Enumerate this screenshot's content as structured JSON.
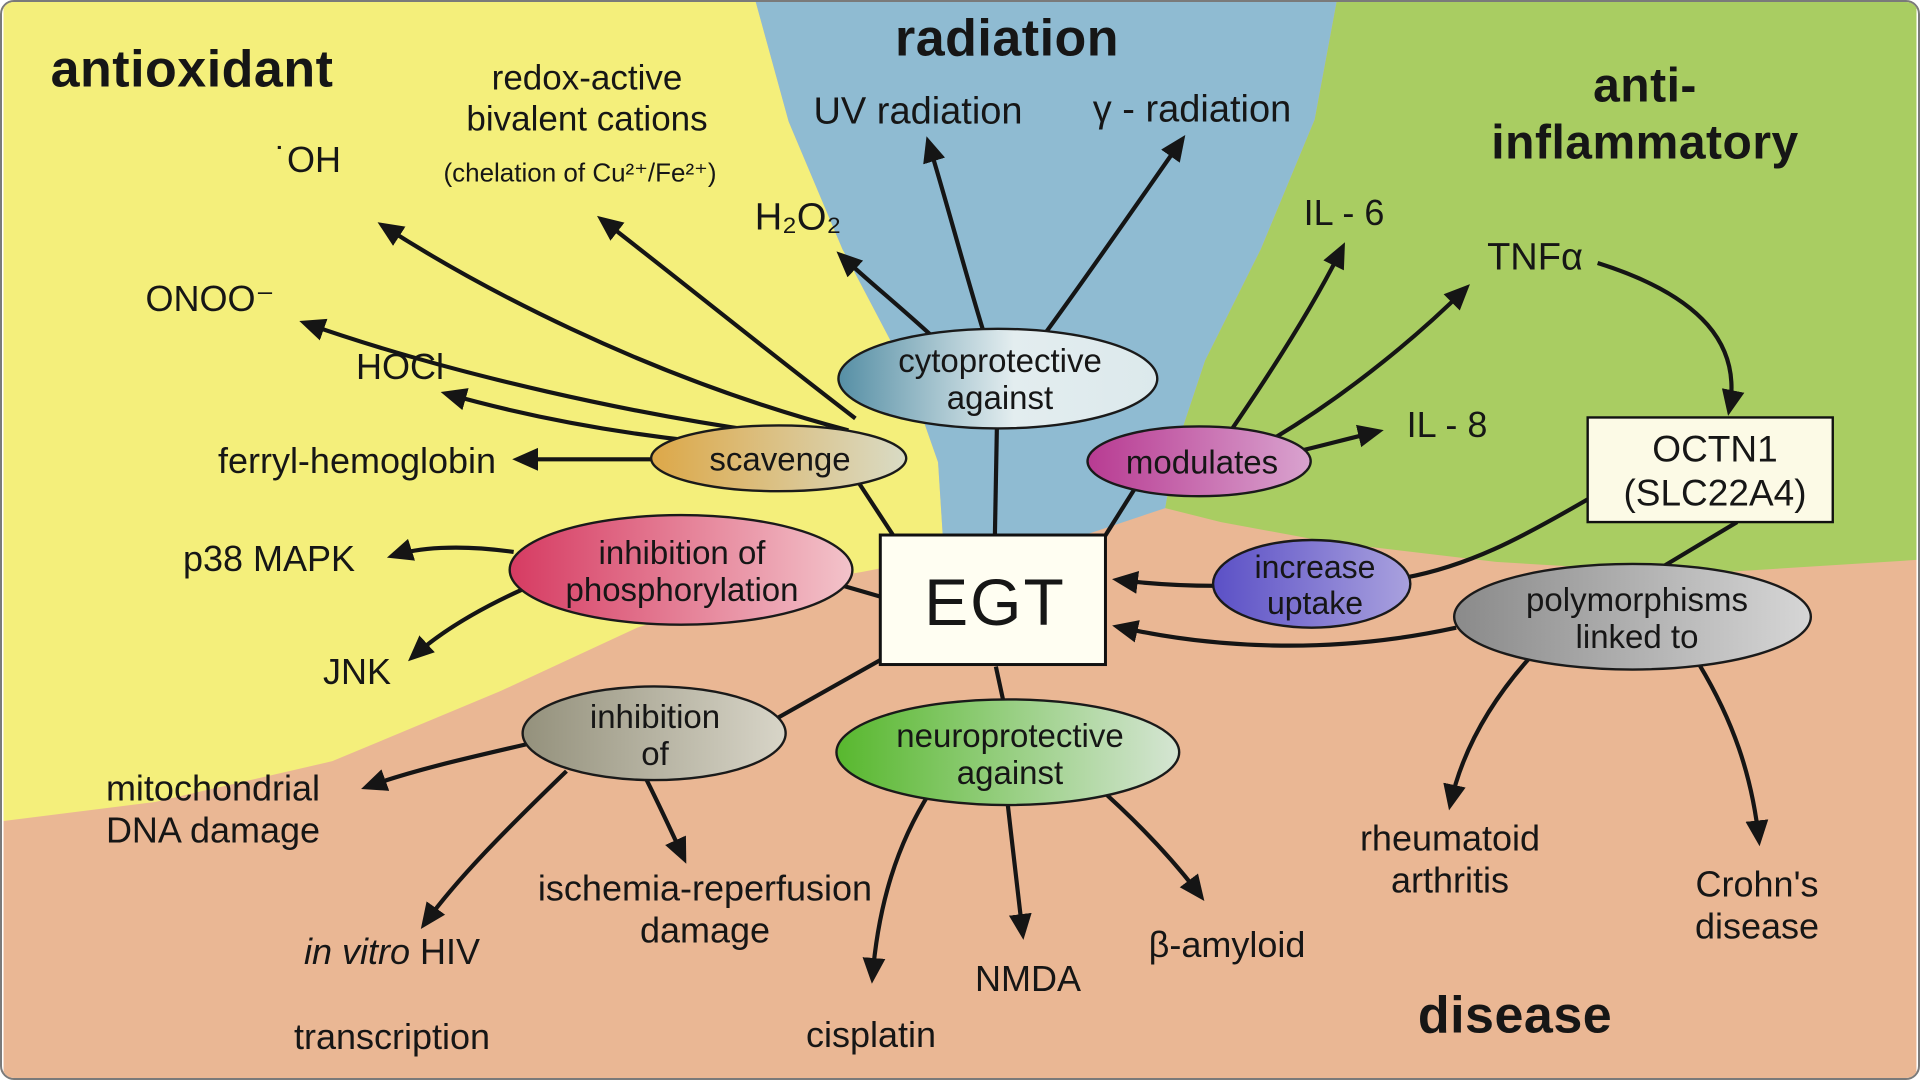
{
  "regions": {
    "antioxidant": {
      "label": "antioxidant",
      "color": "#f4ef7b"
    },
    "radiation": {
      "label": "radiation",
      "color": "#8fbbd2"
    },
    "anti_inflammatory": {
      "label": "anti-inflammatory",
      "color": "#a9cd62"
    },
    "disease": {
      "label": "disease",
      "color": "#eab794"
    }
  },
  "central_node": {
    "label": "EGT",
    "fill": "#fffef2"
  },
  "transporter_box": {
    "label": "OCTN1\n(SLC22A4)",
    "fill": "#fcfae6"
  },
  "process_nodes": {
    "cytoprotective": {
      "label": "cytoprotective\nagainst",
      "color_start": "#568fa5",
      "color_end": "#dcE9ec"
    },
    "scavenge": {
      "label": "scavenge",
      "color_start": "#dda848",
      "color_end": "#d9dbc5"
    },
    "inhibition_phosphorylation": {
      "label": "inhibition of\nphosphorylation",
      "color_start": "#d63b62",
      "color_end": "#f3c3ca"
    },
    "inhibition_of": {
      "label": "inhibition\nof",
      "color_start": "#94917c",
      "color_end": "#d8d5c8"
    },
    "neuroprotective": {
      "label": "neuroprotective\nagainst",
      "color_start": "#58b82e",
      "color_end": "#d5e5d3"
    },
    "modulates": {
      "label": "modulates",
      "color_start": "#b83b92",
      "color_end": "#d9a3cf"
    },
    "increase_uptake": {
      "label": "increase\nuptake",
      "color_start": "#5b50c6",
      "color_end": "#a9a1de"
    },
    "polymorphisms": {
      "label": "polymorphisms\nlinked to",
      "color_start": "#8a8a8a",
      "color_end": "#d6d6d6"
    }
  },
  "targets": {
    "oh": "˙OH",
    "redox_cations": "redox-active\nbivalent cations",
    "chelation": "(chelation of Cu²⁺/Fe²⁺)",
    "onoo": "ONOO⁻",
    "hocl": "HOCl",
    "ferryl": "ferryl-hemoglobin",
    "p38": "p38 MAPK",
    "jnk": "JNK",
    "mito_dna": "mitochondrial\nDNA damage",
    "invitro_italic": "in vitro",
    "invitro_rest": " HIV",
    "invitro_line2": "transcription",
    "ischemia": "ischemia-reperfusion\ndamage",
    "cisplatin": "cisplatin",
    "nmda": "NMDA",
    "beta_amyloid": "β-amyloid",
    "uv": "UV radiation",
    "gamma": "γ - radiation",
    "h2o2": "H₂O₂",
    "il6": "IL - 6",
    "tnfa": "TNFα",
    "il8": "IL - 8",
    "rheumatoid": "rheumatoid\narthritis",
    "crohns": "Crohn's\ndisease"
  }
}
